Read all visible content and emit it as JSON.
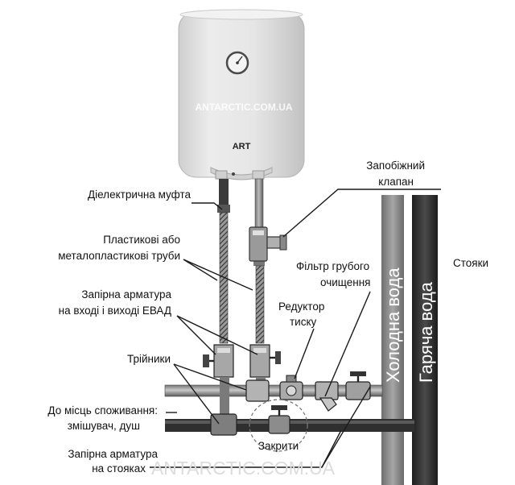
{
  "watermark_tank": "ANTARCTIC.COM.UA",
  "brand_logo": "ART",
  "watermark_bottom": "ANTARCTIC.COM.UA",
  "labels": {
    "dielectric_coupling": "Діелектрична муфта",
    "safety_valve_line1": "Запобіжний",
    "safety_valve_line2": "клапан",
    "pipes_line1": "Пластикові або",
    "pipes_line2": "металопластикові труби",
    "risers": "Стояки",
    "filter_line1": "Фільтр грубого",
    "filter_line2": "очищення",
    "reducer_line1": "Редуктор",
    "reducer_line2": "тиску",
    "shutoff_ewh_line1": "Запірна арматура",
    "shutoff_ewh_line2": "на вході і виході ЕВАД",
    "tees": "Трійники",
    "consumption_line1": "До місць споживання:",
    "consumption_line2": "змішувач, душ",
    "closed": "Закрити",
    "shutoff_risers_line1": "Запірна арматура",
    "shutoff_risers_line2": "на стояках"
  },
  "pipes": {
    "cold_water": "Холодна вода",
    "hot_water": "Гаряча вода"
  },
  "colors": {
    "tank_body": "#e4e4e4",
    "pipe_dark": "#2d2d2d",
    "pipe_grey": "#9c9c9c",
    "riser_cold": "#8f8f8f",
    "riser_hot": "#3b3b3b"
  }
}
